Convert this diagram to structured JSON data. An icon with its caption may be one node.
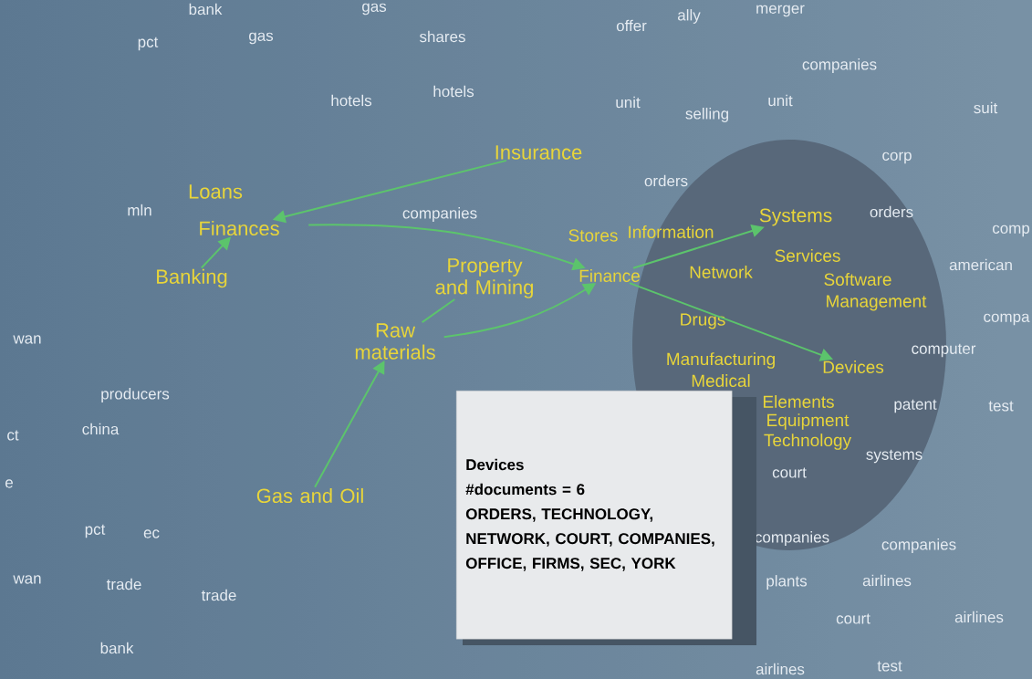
{
  "diagram": {
    "nodes": [
      {
        "text": [
          "Insurance"
        ]
      },
      {
        "text": [
          "Loans"
        ]
      },
      {
        "text": [
          "Finances"
        ]
      },
      {
        "text": [
          "Banking"
        ]
      },
      {
        "text": [
          "Property and Mining"
        ]
      },
      {
        "text": [
          "Raw materials"
        ]
      },
      {
        "text": [
          "Gas and Oil"
        ]
      },
      {
        "text": [
          "Stores"
        ]
      },
      {
        "text": [
          "Systems"
        ]
      },
      {
        "text": [
          "Information"
        ]
      },
      {
        "text": [
          "Services"
        ]
      },
      {
        "text": [
          "Finance"
        ]
      },
      {
        "text": [
          "Network"
        ]
      },
      {
        "text": [
          "Software"
        ]
      },
      {
        "text": [
          "Management"
        ]
      },
      {
        "text": [
          "Drugs"
        ]
      },
      {
        "text": [
          "Manufacturing"
        ]
      },
      {
        "text": [
          "Devices"
        ]
      },
      {
        "text": [
          "Medical"
        ]
      },
      {
        "text": [
          "Elements"
        ]
      },
      {
        "text": [
          "Equipment"
        ]
      },
      {
        "text": [
          "Technology"
        ]
      },
      {
        "text": [
          "Devices",
          "#documents = 6",
          "ORDERS, TECHNOLOGY, NETWORK, COURT, COMPANIES, OFFICE, FIRMS, SEC, YORK"
        ]
      }
    ],
    "edges": [
      {
        "from": 0,
        "to": 2,
        "arrow": "to"
      },
      {
        "from": 3,
        "to": 2,
        "arrow": "to"
      },
      {
        "from": 2,
        "to": 11,
        "arrow": "to"
      },
      {
        "from": 5,
        "to": 11,
        "arrow": "to"
      },
      {
        "from": 5,
        "to": 4,
        "arrow": "none"
      },
      {
        "from": 6,
        "to": 5,
        "arrow": "to"
      },
      {
        "from": 11,
        "to": 8,
        "arrow": "to"
      },
      {
        "from": 11,
        "to": 17,
        "arrow": "to"
      }
    ],
    "labels": [
      "bank",
      "gas",
      "merger",
      "offer",
      "ally",
      "pct",
      "gas",
      "shares",
      "companies",
      "hotels",
      "hotels",
      "unit",
      "unit",
      "selling",
      "suit",
      "corp",
      "orders",
      "mln",
      "companies",
      "orders",
      "comp",
      "american",
      "wan",
      "compa",
      "computer",
      "producers",
      "patent",
      "test",
      "ct",
      "china",
      "e",
      "systems",
      "court",
      "pct",
      "ec",
      "companies",
      "companies",
      "wan",
      "trade",
      "trade",
      "plants",
      "airlines",
      "court",
      "airlines",
      "bank",
      "airlines",
      "test"
    ]
  }
}
